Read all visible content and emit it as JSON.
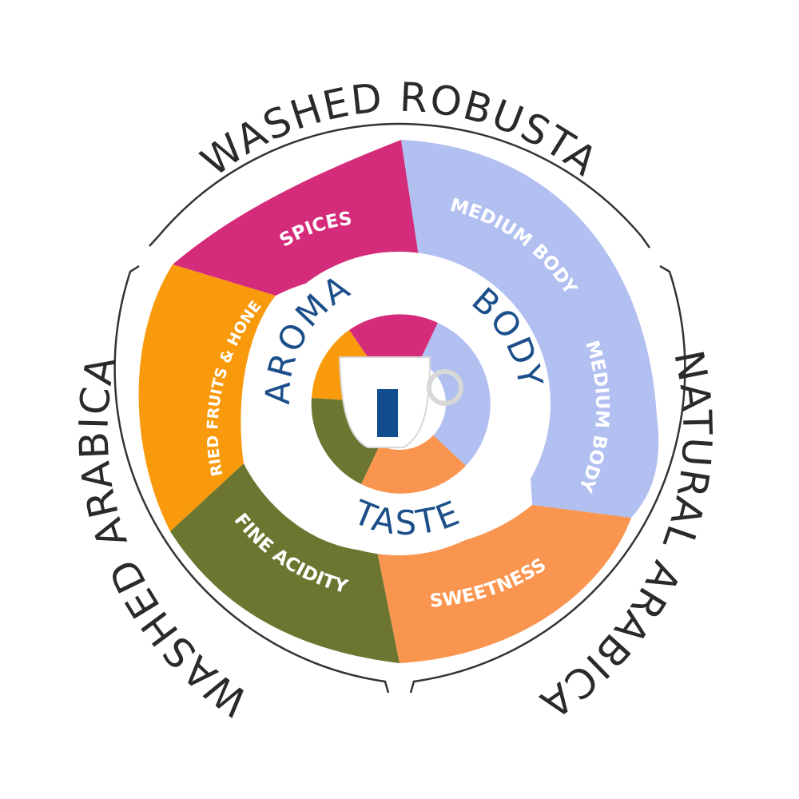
{
  "outer_labels": {
    "top": "WASHED ROBUSTA",
    "right": "NATURAL ARABICA",
    "left": "WASHED ARABICA"
  },
  "segments": [
    {
      "id": "spices",
      "label": "SPICES",
      "color": "#d42c7b"
    },
    {
      "id": "medium-body",
      "label": "MEDIUM BODY",
      "label_2": "MEDIUM BODY",
      "color": "#b1bff1"
    },
    {
      "id": "sweetness",
      "label": "SWEETNESS",
      "color": "#fa9550"
    },
    {
      "id": "fine-acidity",
      "label": "FINE ACIDITY",
      "color": "#6c7630"
    },
    {
      "id": "dried-fruits-honey",
      "label": "DRIED FRUITS & HONEY",
      "color": "#f99a0c"
    }
  ],
  "center_labels": {
    "aroma": "AROMA",
    "body": "BODY",
    "taste": "TASTE"
  },
  "icon": {
    "name": "espresso-cup-icon",
    "accent": "#114d8f"
  },
  "colors": {
    "ring_line": "#333333",
    "text_blue": "#1b4f8a"
  }
}
